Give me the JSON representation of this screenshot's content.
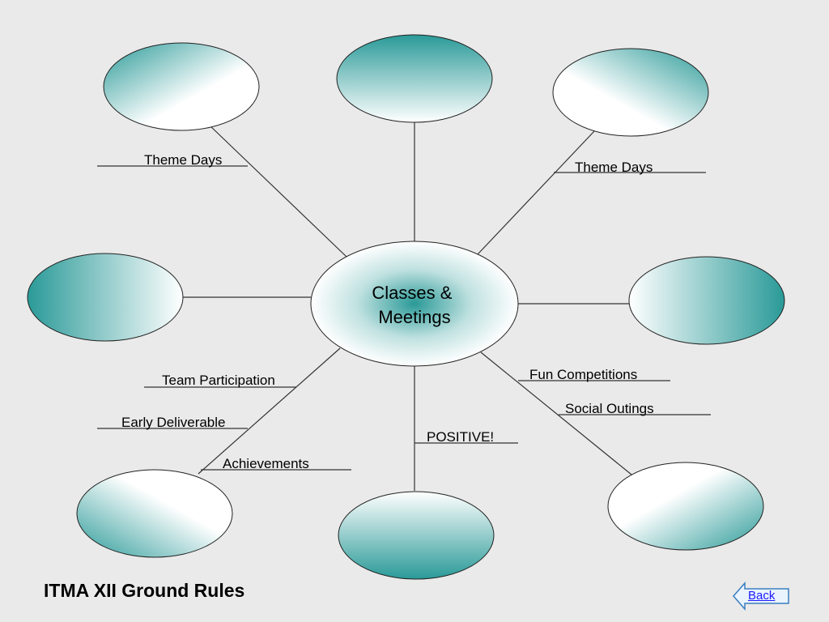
{
  "diagram": {
    "center": "Classes & Meetings",
    "center_lines": [
      "Classes &",
      "Meetings"
    ],
    "labels": {
      "theme_days_left": "Theme Days",
      "theme_days_right": "Theme Days",
      "team_participation": "Team Participation",
      "early_deliverable": "Early Deliverable",
      "achievements": "Achievements",
      "positive": "POSITIVE!",
      "fun_competitions": "Fun Competitions",
      "social_outings": "Social Outings"
    },
    "colors": {
      "accent": "#2a9a98",
      "stroke": "#333333",
      "background": "#eaeaea"
    }
  },
  "footer": {
    "title": "ITMA XII Ground Rules",
    "back_label": "Back"
  }
}
